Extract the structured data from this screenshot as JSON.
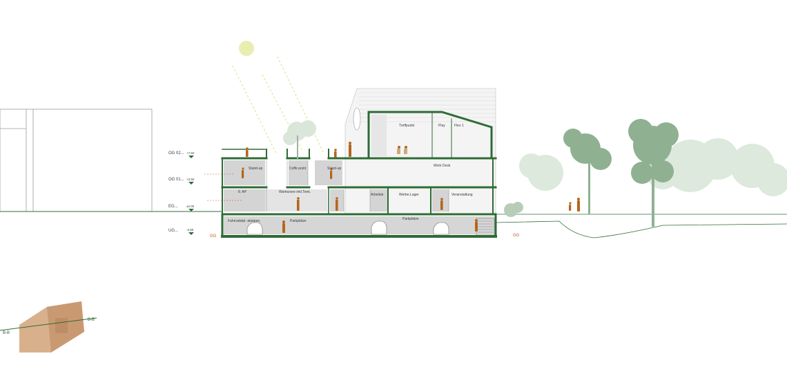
{
  "levels": [
    {
      "name": "OG 02...",
      "value": "+7.50"
    },
    {
      "name": "OG 01...",
      "value": "+3.50"
    },
    {
      "name": "EG...",
      "value": "±0.00"
    },
    {
      "name": "UG...",
      "value": "-2.80"
    }
  ],
  "rooms": {
    "treffpunkt": "Treffpunkt",
    "play": "Play",
    "flex": "Flex 1",
    "standup_left": "Stand-up",
    "coffee_point": "Coffe point",
    "standup_right": "Stand-up",
    "work_desk": "Work Desk",
    "wc": "8. AP",
    "wartezone": "Wartezone inkl.Teek.",
    "arbeitsraum": "Arbeitsb.",
    "werbe_lager": "Werbe.Lager",
    "veranstaltung": "Veranstaltung",
    "fahrrad": "Fahrradstpl.-abstpen.",
    "parkplatz_left": "Parkplätze",
    "parkplatz_right": "Parkplätze"
  },
  "section_marks": {
    "left": "GG",
    "right": "GG"
  },
  "keyplan": {
    "left_label": "B-B",
    "right_label": "B-B"
  },
  "colors": {
    "structure": "#2e6b35",
    "ground": "#2e6b35",
    "fill": "#d2d2d2",
    "figure": "#b5651d",
    "sun": "#e8eeb0",
    "tree": "#7fa382",
    "tree_light": "#b9d0ba",
    "keyplan": "#d9b08c"
  }
}
